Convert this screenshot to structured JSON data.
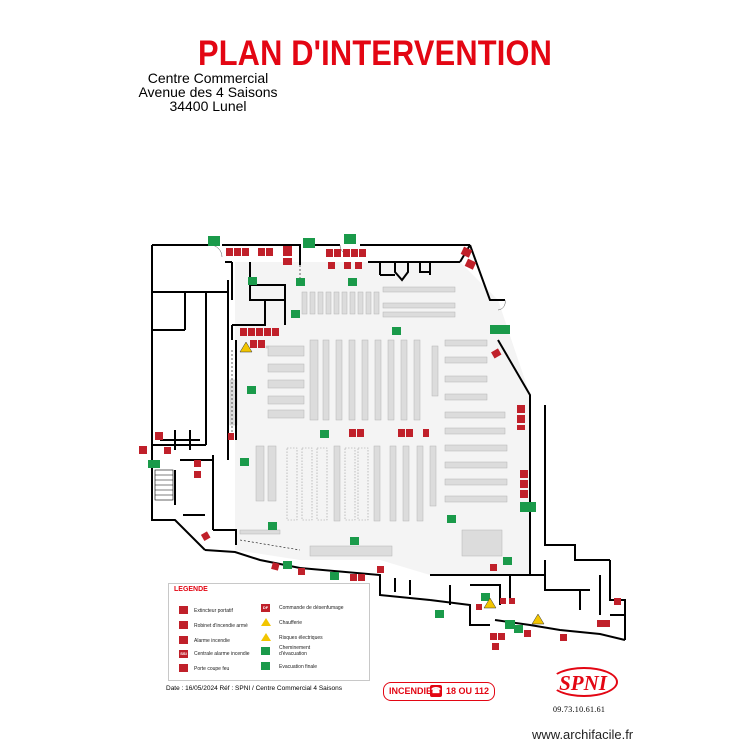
{
  "title": "PLAN D'INTERVENTION",
  "address": {
    "line1": "Centre Commercial",
    "line2": "Avenue des 4 Saisons",
    "line3": "34400 Lunel"
  },
  "legend": {
    "title": "LEGENDE",
    "left_items": [
      {
        "icon": "fire-extinguisher-icon",
        "label": "Extincteur portatif"
      },
      {
        "icon": "fire-hose-icon",
        "label": "Robinet d'incendie armé"
      },
      {
        "icon": "fire-alarm-icon",
        "label": "Alarme incendie"
      },
      {
        "icon": "ssi-icon",
        "label": "Centrale alarme incendie",
        "code": "SSI"
      },
      {
        "icon": "fire-door-icon",
        "label": "Porte coupe feu"
      }
    ],
    "right_items": [
      {
        "icon": "smoke-control-icon",
        "label": "Commande de désenfumage",
        "code": "DF"
      },
      {
        "icon": "boiler-warning-icon",
        "label": "Chaufferie"
      },
      {
        "icon": "electrical-warning-icon",
        "label": "Risques électriques"
      },
      {
        "icon": "evacuation-arrow-icon",
        "label": "Cheminement d'évacuation"
      },
      {
        "icon": "final-exit-icon",
        "label": "Evacuation finale"
      }
    ]
  },
  "footer": {
    "date_ref": "Date : 16/05/2024 Réf : SPNI / Centre Commercial 4 Saisons"
  },
  "emergency": {
    "label": "INCENDIE",
    "number": "18 OU 112"
  },
  "logo": {
    "name": "SPNI",
    "phone": "09.73.10.61.61"
  },
  "watermark": "www.archifacile.fr",
  "colors": {
    "accent_red": "#e30613",
    "exit_green": "#1a9a4a",
    "warning_yellow": "#f2c500",
    "wall": "#000000",
    "shelf": "#dcdcdc"
  }
}
